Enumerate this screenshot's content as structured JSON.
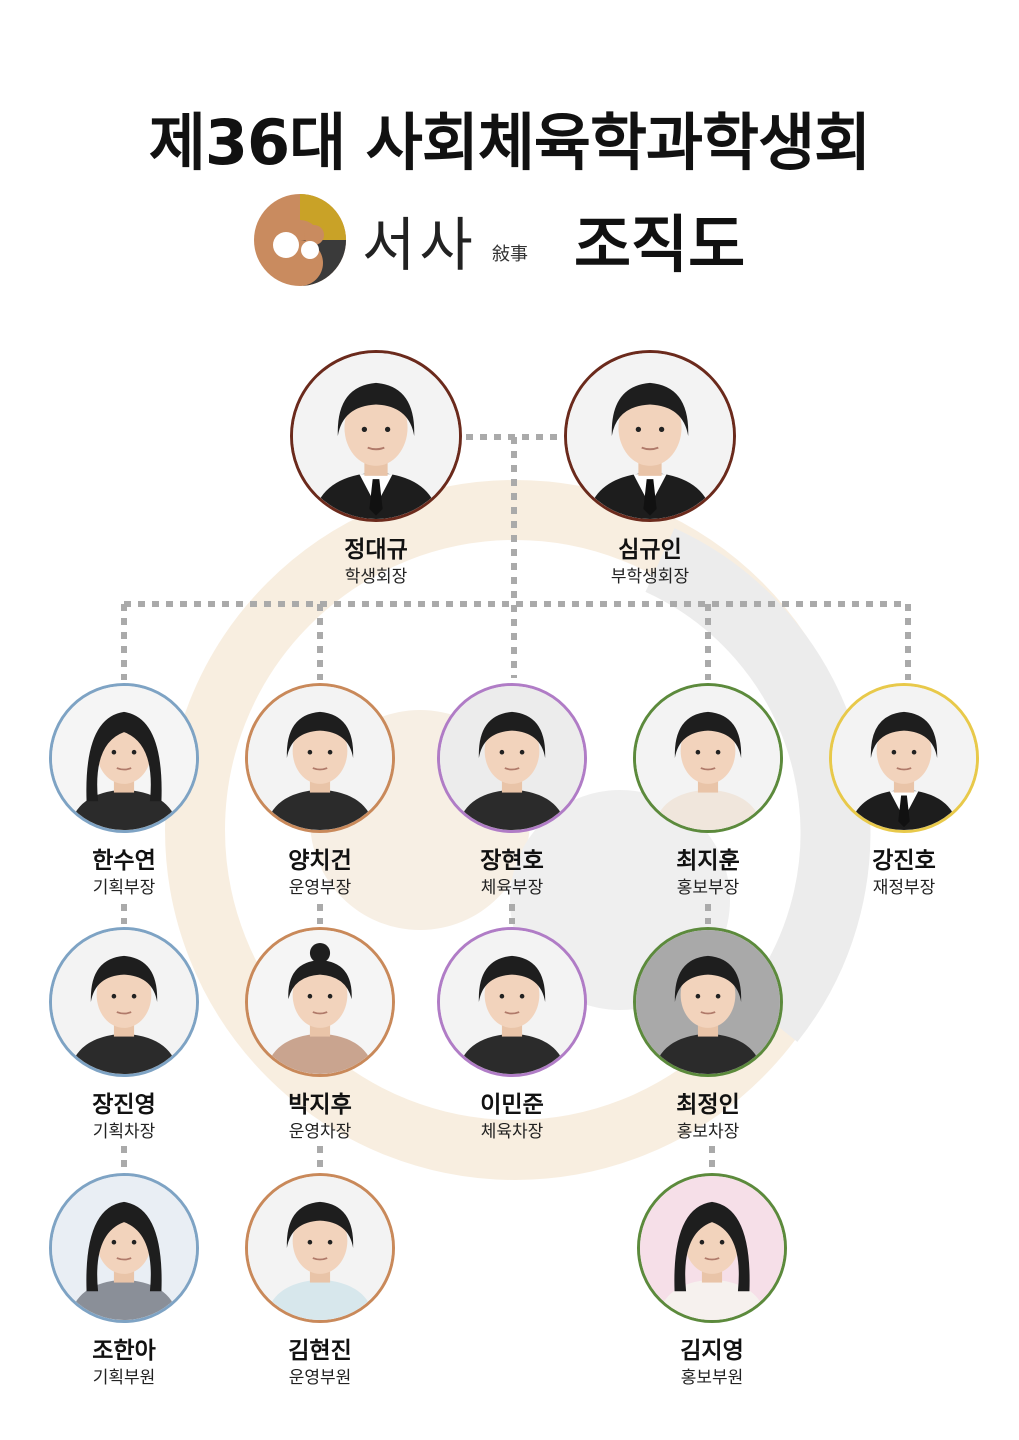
{
  "header": {
    "title": "제36대 사회체육학과학생회",
    "brand": "서사",
    "brand_hanja": "敍事",
    "org_chart_label": "조직도"
  },
  "colors": {
    "brown": "#6b2a1c",
    "blue": "#7ea3c4",
    "orange": "#c9895a",
    "purple": "#b07cc6",
    "green": "#5c8a3c",
    "gold": "#e8c94a",
    "connector": "#aaaaaa"
  },
  "members": [
    {
      "id": "m1",
      "name": "정대규",
      "role": "학생회장",
      "color": "brown",
      "suit": true,
      "bg": "#f3f3f3"
    },
    {
      "id": "m2",
      "name": "심규인",
      "role": "부학생회장",
      "color": "brown",
      "suit": true,
      "bg": "#f3f3f3"
    },
    {
      "id": "m3",
      "name": "한수연",
      "role": "기획부장",
      "color": "blue",
      "hair": "long",
      "bg": "#f5f5f5"
    },
    {
      "id": "m4",
      "name": "양치건",
      "role": "운영부장",
      "color": "orange",
      "bg": "#f3f3f3"
    },
    {
      "id": "m5",
      "name": "장현호",
      "role": "체육부장",
      "color": "purple",
      "bg": "#ececec"
    },
    {
      "id": "m6",
      "name": "최지훈",
      "role": "홍보부장",
      "color": "green",
      "bg": "#f3f3f3",
      "shirt": "#f0e6dc"
    },
    {
      "id": "m7",
      "name": "강진호",
      "role": "재정부장",
      "color": "gold",
      "suit": true,
      "bg": "#f3f3f3"
    },
    {
      "id": "m8",
      "name": "장진영",
      "role": "기획차장",
      "color": "blue",
      "bg": "#f3f3f3"
    },
    {
      "id": "m9",
      "name": "박지후",
      "role": "운영차장",
      "color": "orange",
      "hair": "bun",
      "bg": "#f5f5f5",
      "shirt": "#c9a48f"
    },
    {
      "id": "m10",
      "name": "이민준",
      "role": "체육차장",
      "color": "purple",
      "bg": "#f3f3f3"
    },
    {
      "id": "m11",
      "name": "최정인",
      "role": "홍보차장",
      "color": "green",
      "bg": "#a9a9a9"
    },
    {
      "id": "m12",
      "name": "조한아",
      "role": "기획부원",
      "color": "blue",
      "hair": "long",
      "bg": "#e9eef4",
      "shirt": "#8a8f98"
    },
    {
      "id": "m13",
      "name": "김현진",
      "role": "운영부원",
      "color": "orange",
      "bg": "#f3f3f3",
      "shirt": "#d7e7ec"
    },
    {
      "id": "m14",
      "name": "김지영",
      "role": "홍보부원",
      "color": "green",
      "hair": "long",
      "bg": "#f6dfe8",
      "shirt": "#f6f1ee"
    }
  ]
}
